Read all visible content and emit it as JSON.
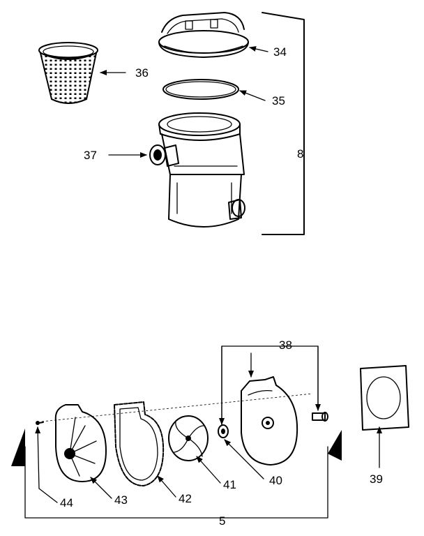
{
  "diagram": {
    "labels": {
      "p5": "5",
      "p8": "8",
      "p34": "34",
      "p35": "35",
      "p36": "36",
      "p37": "37",
      "p38": "38",
      "p39": "39",
      "p40": "40",
      "p41": "41",
      "p42": "42",
      "p43": "43",
      "p44": "44"
    }
  }
}
